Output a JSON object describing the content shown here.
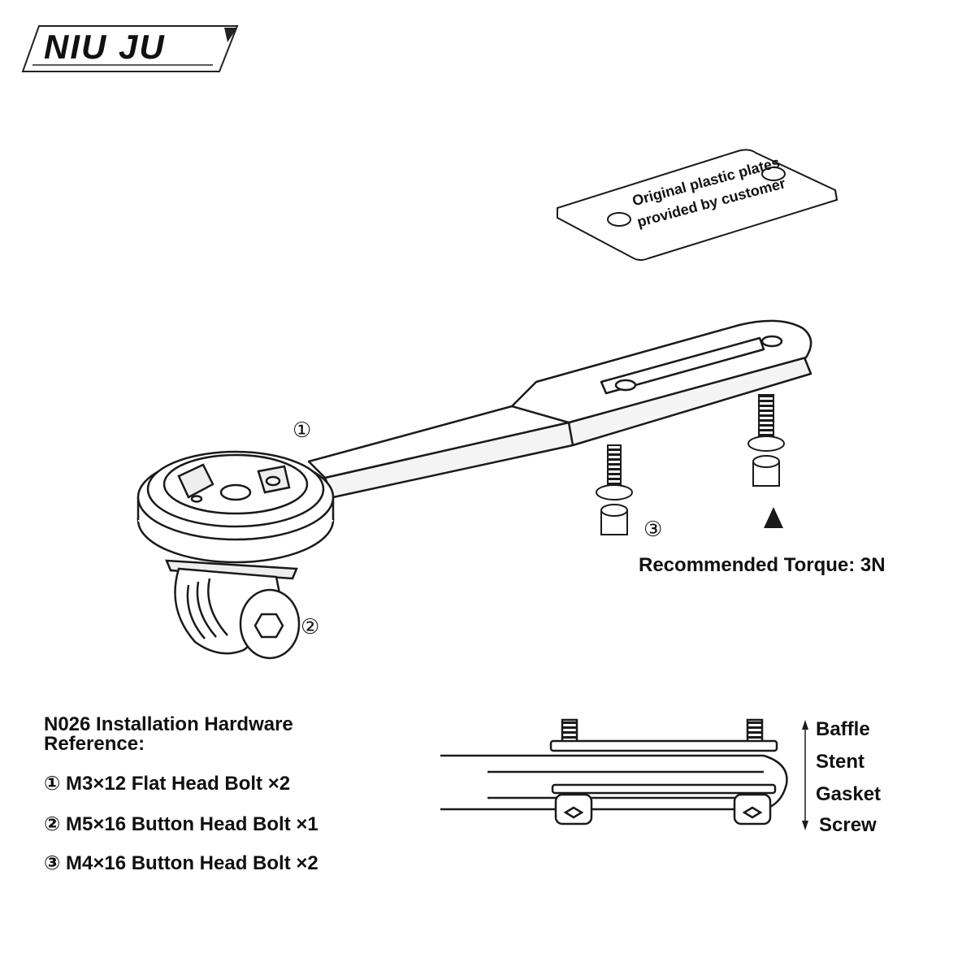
{
  "brand": {
    "logo_text": "NIU JU"
  },
  "plate": {
    "line1": "Original plastic plates",
    "line2": "provided by customer"
  },
  "markers": {
    "m1": "①",
    "m2": "②",
    "m3": "③"
  },
  "torque": {
    "label": "Recommended Torque: 3N"
  },
  "reference": {
    "title_line1": "N026 Installation Hardware",
    "title_line2": "Reference:",
    "items": [
      "① M3×12 Flat Head Bolt ×2",
      "② M5×16 Button Head Bolt ×1",
      "③ M4×16 Button Head Bolt ×2"
    ]
  },
  "stack": {
    "labels": [
      "Baffle",
      "Stent",
      "Gasket",
      "Screw"
    ]
  },
  "colors": {
    "line": "#1a1a1a",
    "fill": "#ffffff",
    "shade": "#dcdcdc"
  }
}
